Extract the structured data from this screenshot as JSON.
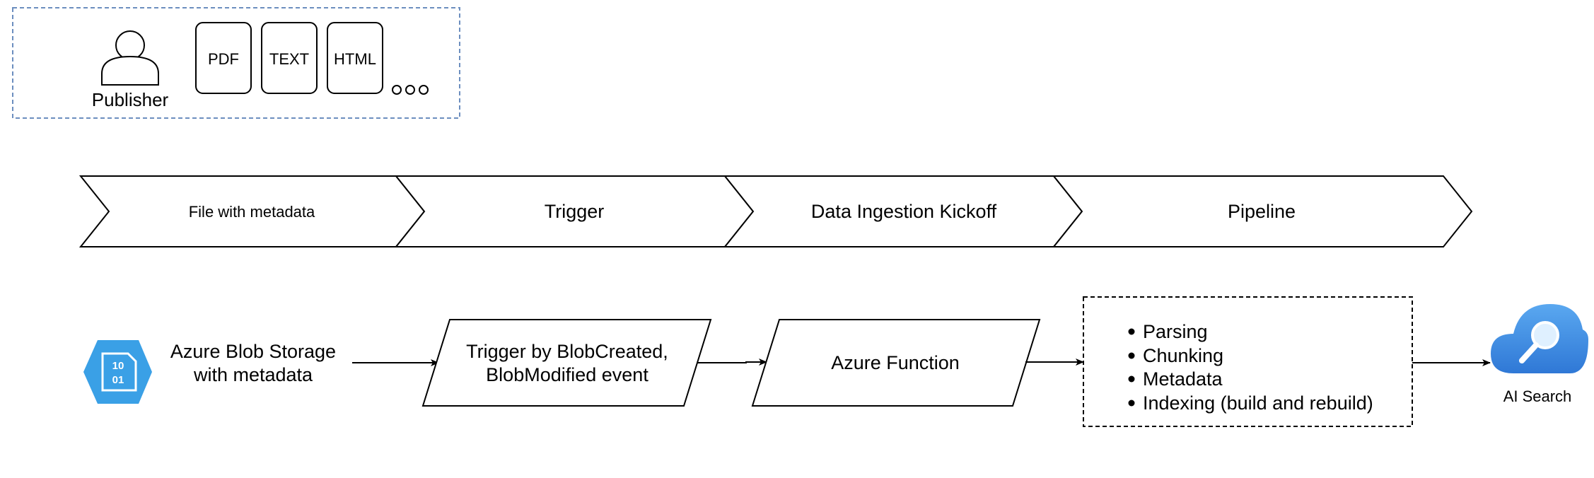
{
  "publisher_group": {
    "publisher_label": "Publisher",
    "formats": [
      "PDF",
      "TEXT",
      "HTML"
    ]
  },
  "stages": [
    "File with metadata",
    "Trigger",
    "Data Ingestion Kickoff",
    "Pipeline"
  ],
  "flow": {
    "blob_storage": {
      "line1": "Azure Blob Storage",
      "line2": "with metadata",
      "icon_text": [
        "10",
        "01"
      ]
    },
    "trigger": {
      "line1": "Trigger by BlobCreated,",
      "line2": "BlobModified event"
    },
    "function": {
      "label": "Azure Function"
    },
    "pipeline_steps": [
      "Parsing",
      "Chunking",
      "Metadata",
      "Indexing (build and rebuild)"
    ],
    "ai_search": {
      "label": "AI Search"
    }
  },
  "colors": {
    "azure_blue": "#3aa0e6",
    "search_blue": "#4a90e2",
    "group_border": "#6c8ebf"
  }
}
